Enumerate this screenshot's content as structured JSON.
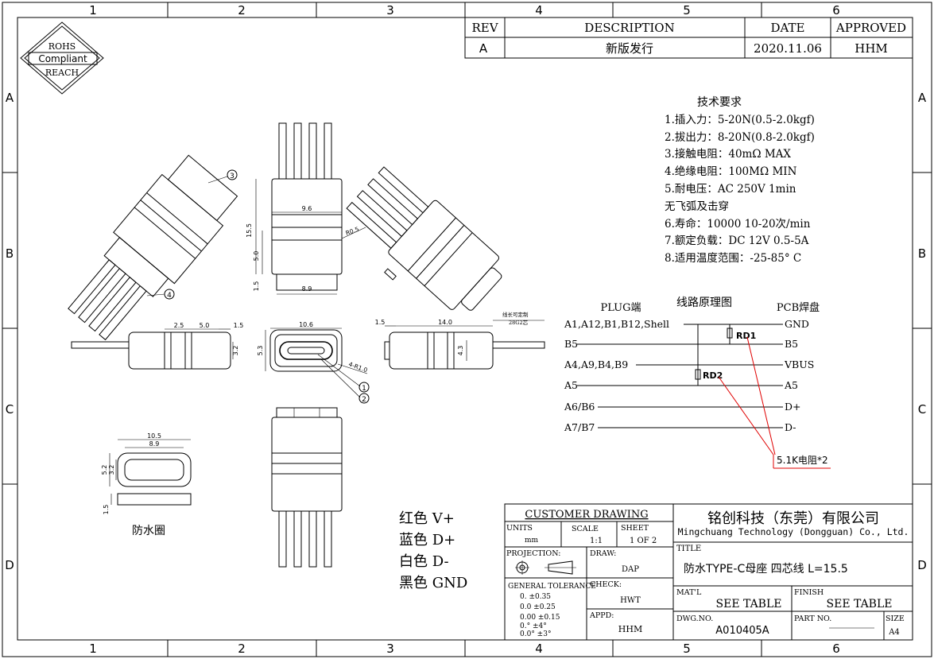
{
  "frame": {
    "top_columns": [
      "1",
      "2",
      "3",
      "4",
      "5",
      "6"
    ],
    "bottom_columns": [
      "1",
      "2",
      "3",
      "4",
      "5",
      "6"
    ],
    "left_rows": [
      "A",
      "B",
      "C",
      "D"
    ],
    "right_rows": [
      "A",
      "B",
      "C",
      "D"
    ]
  },
  "compliance_badge": {
    "line1": "ROHS",
    "line2": "Compliant",
    "line3": "REACH"
  },
  "revision_table": {
    "headers": {
      "rev": "REV",
      "description": "DESCRIPTION",
      "date": "DATE",
      "approved": "APPROVED"
    },
    "row": {
      "rev": "A",
      "description": "新版发行",
      "date": "2020.11.06",
      "approved": "HHM"
    }
  },
  "tech_requirements": {
    "title": "技术要求",
    "items": [
      "1.插入力：5-20N(0.5-2.0kgf)",
      "2.拔出力：8-20N(0.8-2.0kgf)",
      "3.接触电阻：40mΩ MAX",
      "4.绝缘电阻：100MΩ MIN",
      "5.耐电压：AC 250V 1min",
      "无飞弧及击穿",
      "6.寿命：10000 10-20次/min",
      "7.额定负载：DC 12V 0.5-5A",
      "8.适用温度范围：-25-85° C"
    ]
  },
  "schematic": {
    "title": "线路原理图",
    "plug_header": "PLUG端",
    "pcb_header": "PCB焊盘",
    "left_labels": [
      "A1,A12,B1,B12,Shell",
      "B5",
      "A4,A9,B4,B9",
      "A5",
      "A6/B6",
      "A7/B7"
    ],
    "right_labels": [
      "GND",
      "B5",
      "VBUS",
      "A5",
      "D+",
      "D-"
    ],
    "resistor1": "RD1",
    "resistor2": "RD2",
    "callout": "5.1K电阻*2"
  },
  "dimensions": {
    "front_height": "15.5",
    "front_width_top": "9.6",
    "front_mid": "5.0",
    "front_bottom": "1.5",
    "front_width_bottom": "8.9",
    "front_radius": "R0.5",
    "side_a": "2.5",
    "side_b": "5.0",
    "side_c": "1.5",
    "side_h": "3.2",
    "face_width": "10.6",
    "face_height": "5.3",
    "face_radius": "4-R1.0",
    "rear_a": "1.5",
    "rear_b": "14.0",
    "rear_h": "4.3",
    "cable_note_1": "线长可定制",
    "cable_note_2": "28G2芯",
    "gasket_outer": "10.5",
    "gasket_inner": "8.9",
    "gasket_h1": "5.2",
    "gasket_h2": "3.2",
    "gasket_thk": "1.5"
  },
  "balloons": [
    "3",
    "4",
    "1",
    "2"
  ],
  "gasket_label": "防水圈",
  "wire_colors": [
    "红色 V+",
    "蓝色 D+",
    "白色 D-",
    "黑色 GND"
  ],
  "title_block": {
    "customer_drawing": "CUSTOMER DRAWING",
    "company_cn": "铭创科技（东莞）有限公司",
    "company_en": "Mingchuang Technology (Dongguan) Co., Ltd.",
    "units_label": "UNITS",
    "units_value": "mm",
    "scale_label": "SCALE",
    "scale_value": "1:1",
    "sheet_label": "SHEET",
    "sheet_value": "1 OF 2",
    "title_label": "TITLE",
    "title_value": "防水TYPE-C母座 四芯线 L=15.5",
    "projection_label": "PROJECTION:",
    "draw_label": "DRAW:",
    "draw_value": "DAP",
    "general_tolerance": "GENERAL TOLERANCE",
    "tolerances": [
      "0.   ±0.35",
      "0.0  ±0.25",
      "0.00 ±0.15",
      "0.°  ±4°",
      "0.0° ±3°"
    ],
    "check_label": "CHECK:",
    "check_value": "HWT",
    "appd_label": "APPD:",
    "appd_value": "HHM",
    "material_label": "MAT'L",
    "material_value": "SEE TABLE",
    "finish_label": "FINISH",
    "finish_value": "SEE TABLE",
    "dwg_label": "DWG.NO.",
    "dwg_value": "A010405A",
    "part_label": "PART NO.",
    "size_label": "SIZE",
    "size_value": "A4"
  }
}
